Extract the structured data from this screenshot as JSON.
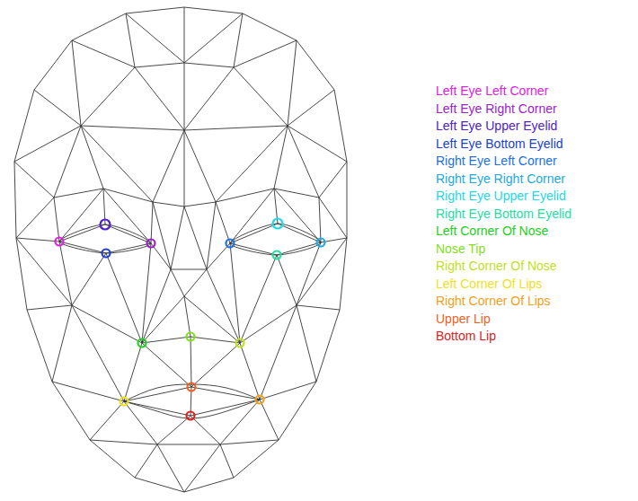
{
  "diagram": {
    "legend": [
      {
        "text": "Left Eye Left Corner",
        "color": "#e020e0"
      },
      {
        "text": "Left Eye Right Corner",
        "color": "#a020c8"
      },
      {
        "text": "Left Eye Upper Eyelid",
        "color": "#5020d0"
      },
      {
        "text": "Left Eye Bottom Eyelid",
        "color": "#2040d0"
      },
      {
        "text": "Right Eye Left Corner",
        "color": "#2070e0"
      },
      {
        "text": "Right Eye Right Corner",
        "color": "#20a8e0"
      },
      {
        "text": "Right Eye Upper Eyelid",
        "color": "#20d8e8"
      },
      {
        "text": "Right Eye Bottom Eyelid",
        "color": "#20e0a0"
      },
      {
        "text": "Left Corner Of Nose",
        "color": "#20d020"
      },
      {
        "text": "Nose Tip",
        "color": "#80e020"
      },
      {
        "text": "Right Corner Of Nose",
        "color": "#c0e020"
      },
      {
        "text": "Left Corner Of Lips",
        "color": "#f0e020"
      },
      {
        "text": "Right Corner Of Lips",
        "color": "#f0a020"
      },
      {
        "text": "Upper Lip",
        "color": "#f06020"
      },
      {
        "text": "Bottom Lip",
        "color": "#e02020"
      }
    ]
  }
}
